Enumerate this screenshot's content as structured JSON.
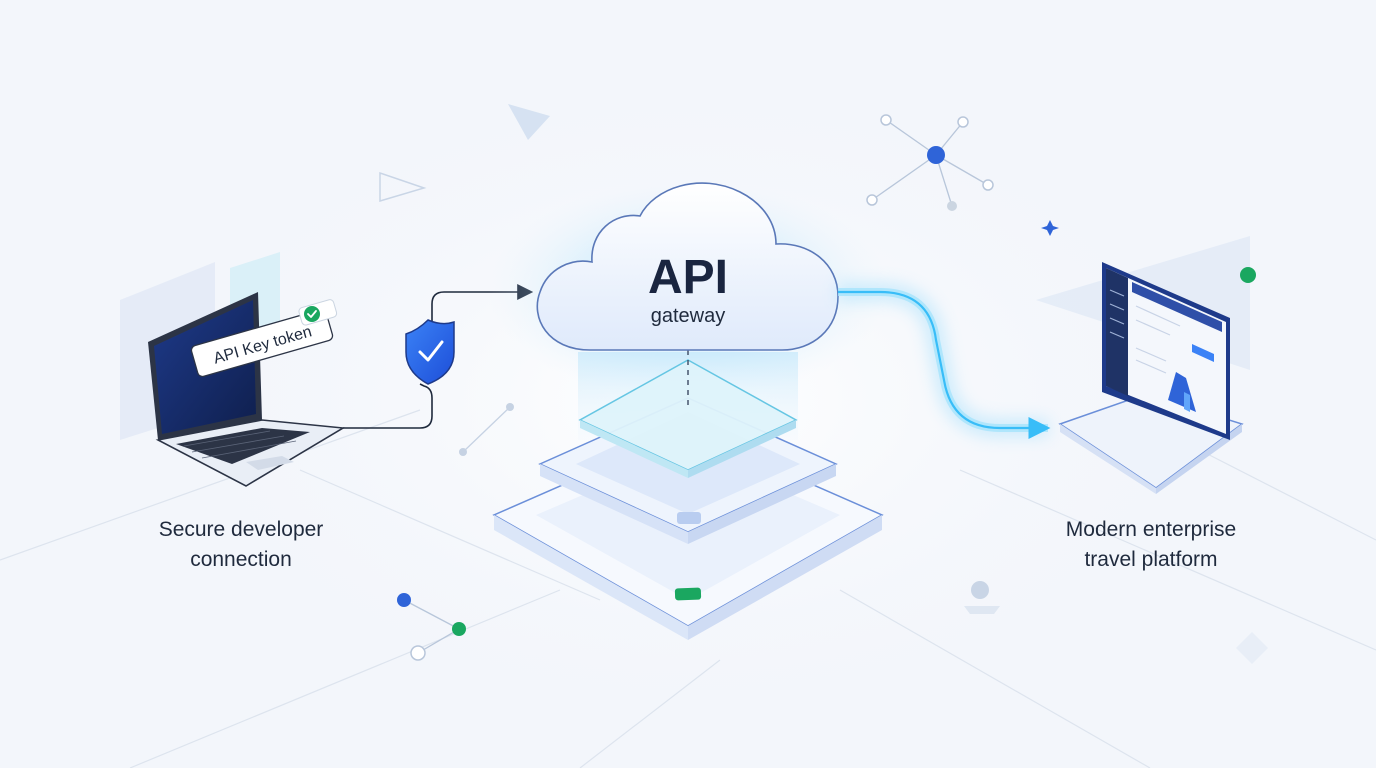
{
  "left": {
    "token_label": "API Key token",
    "caption_line1": "Secure developer",
    "caption_line2": "connection",
    "icons": [
      "laptop-icon",
      "checkmark-icon",
      "shield-icon"
    ]
  },
  "center": {
    "title": "API",
    "subtitle": "gateway",
    "icons": [
      "cloud-icon",
      "layer-stack-icon"
    ]
  },
  "right": {
    "caption_line1": "Modern enterprise",
    "caption_line2": "travel platform",
    "icons": [
      "monitor-icon",
      "dashboard-icon"
    ]
  },
  "colors": {
    "primary": "#2f64d8",
    "accent_green": "#1aa760",
    "text": "#1f2a3d",
    "glow": "#37b6f6",
    "background": "#f3f6fb"
  }
}
